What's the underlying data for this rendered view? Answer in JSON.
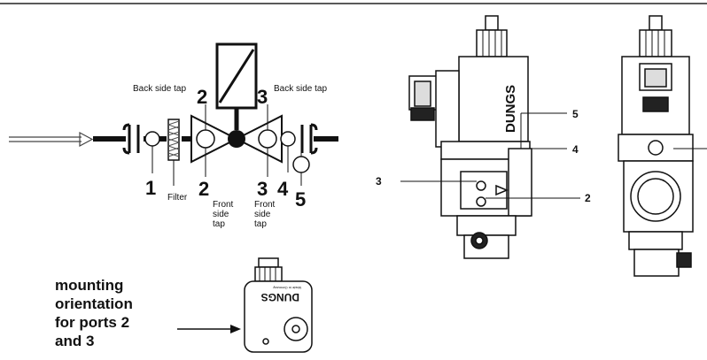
{
  "schematic": {
    "back_side_tap_left": "Back side tap",
    "back_side_tap_right": "Back side tap",
    "filter_label": "Filter",
    "front_side_tap": [
      "Front",
      "side",
      "tap"
    ],
    "port_numbers": {
      "p1": "1",
      "p2_top": "2",
      "p2_bottom": "2",
      "p3_top": "3",
      "p3_bottom": "3",
      "p4": "4",
      "p5": "5"
    }
  },
  "side_view": {
    "brand": "DUNGS",
    "callout_5": "5",
    "callout_4": "4",
    "callout_3": "3",
    "callout_2": "2"
  },
  "small_view": {
    "brand": "DUNGS",
    "tiny_text": "Made in Germany"
  },
  "mounting_note": {
    "lines": [
      "mounting",
      "orientation",
      "for ports 2",
      "and 3"
    ]
  }
}
